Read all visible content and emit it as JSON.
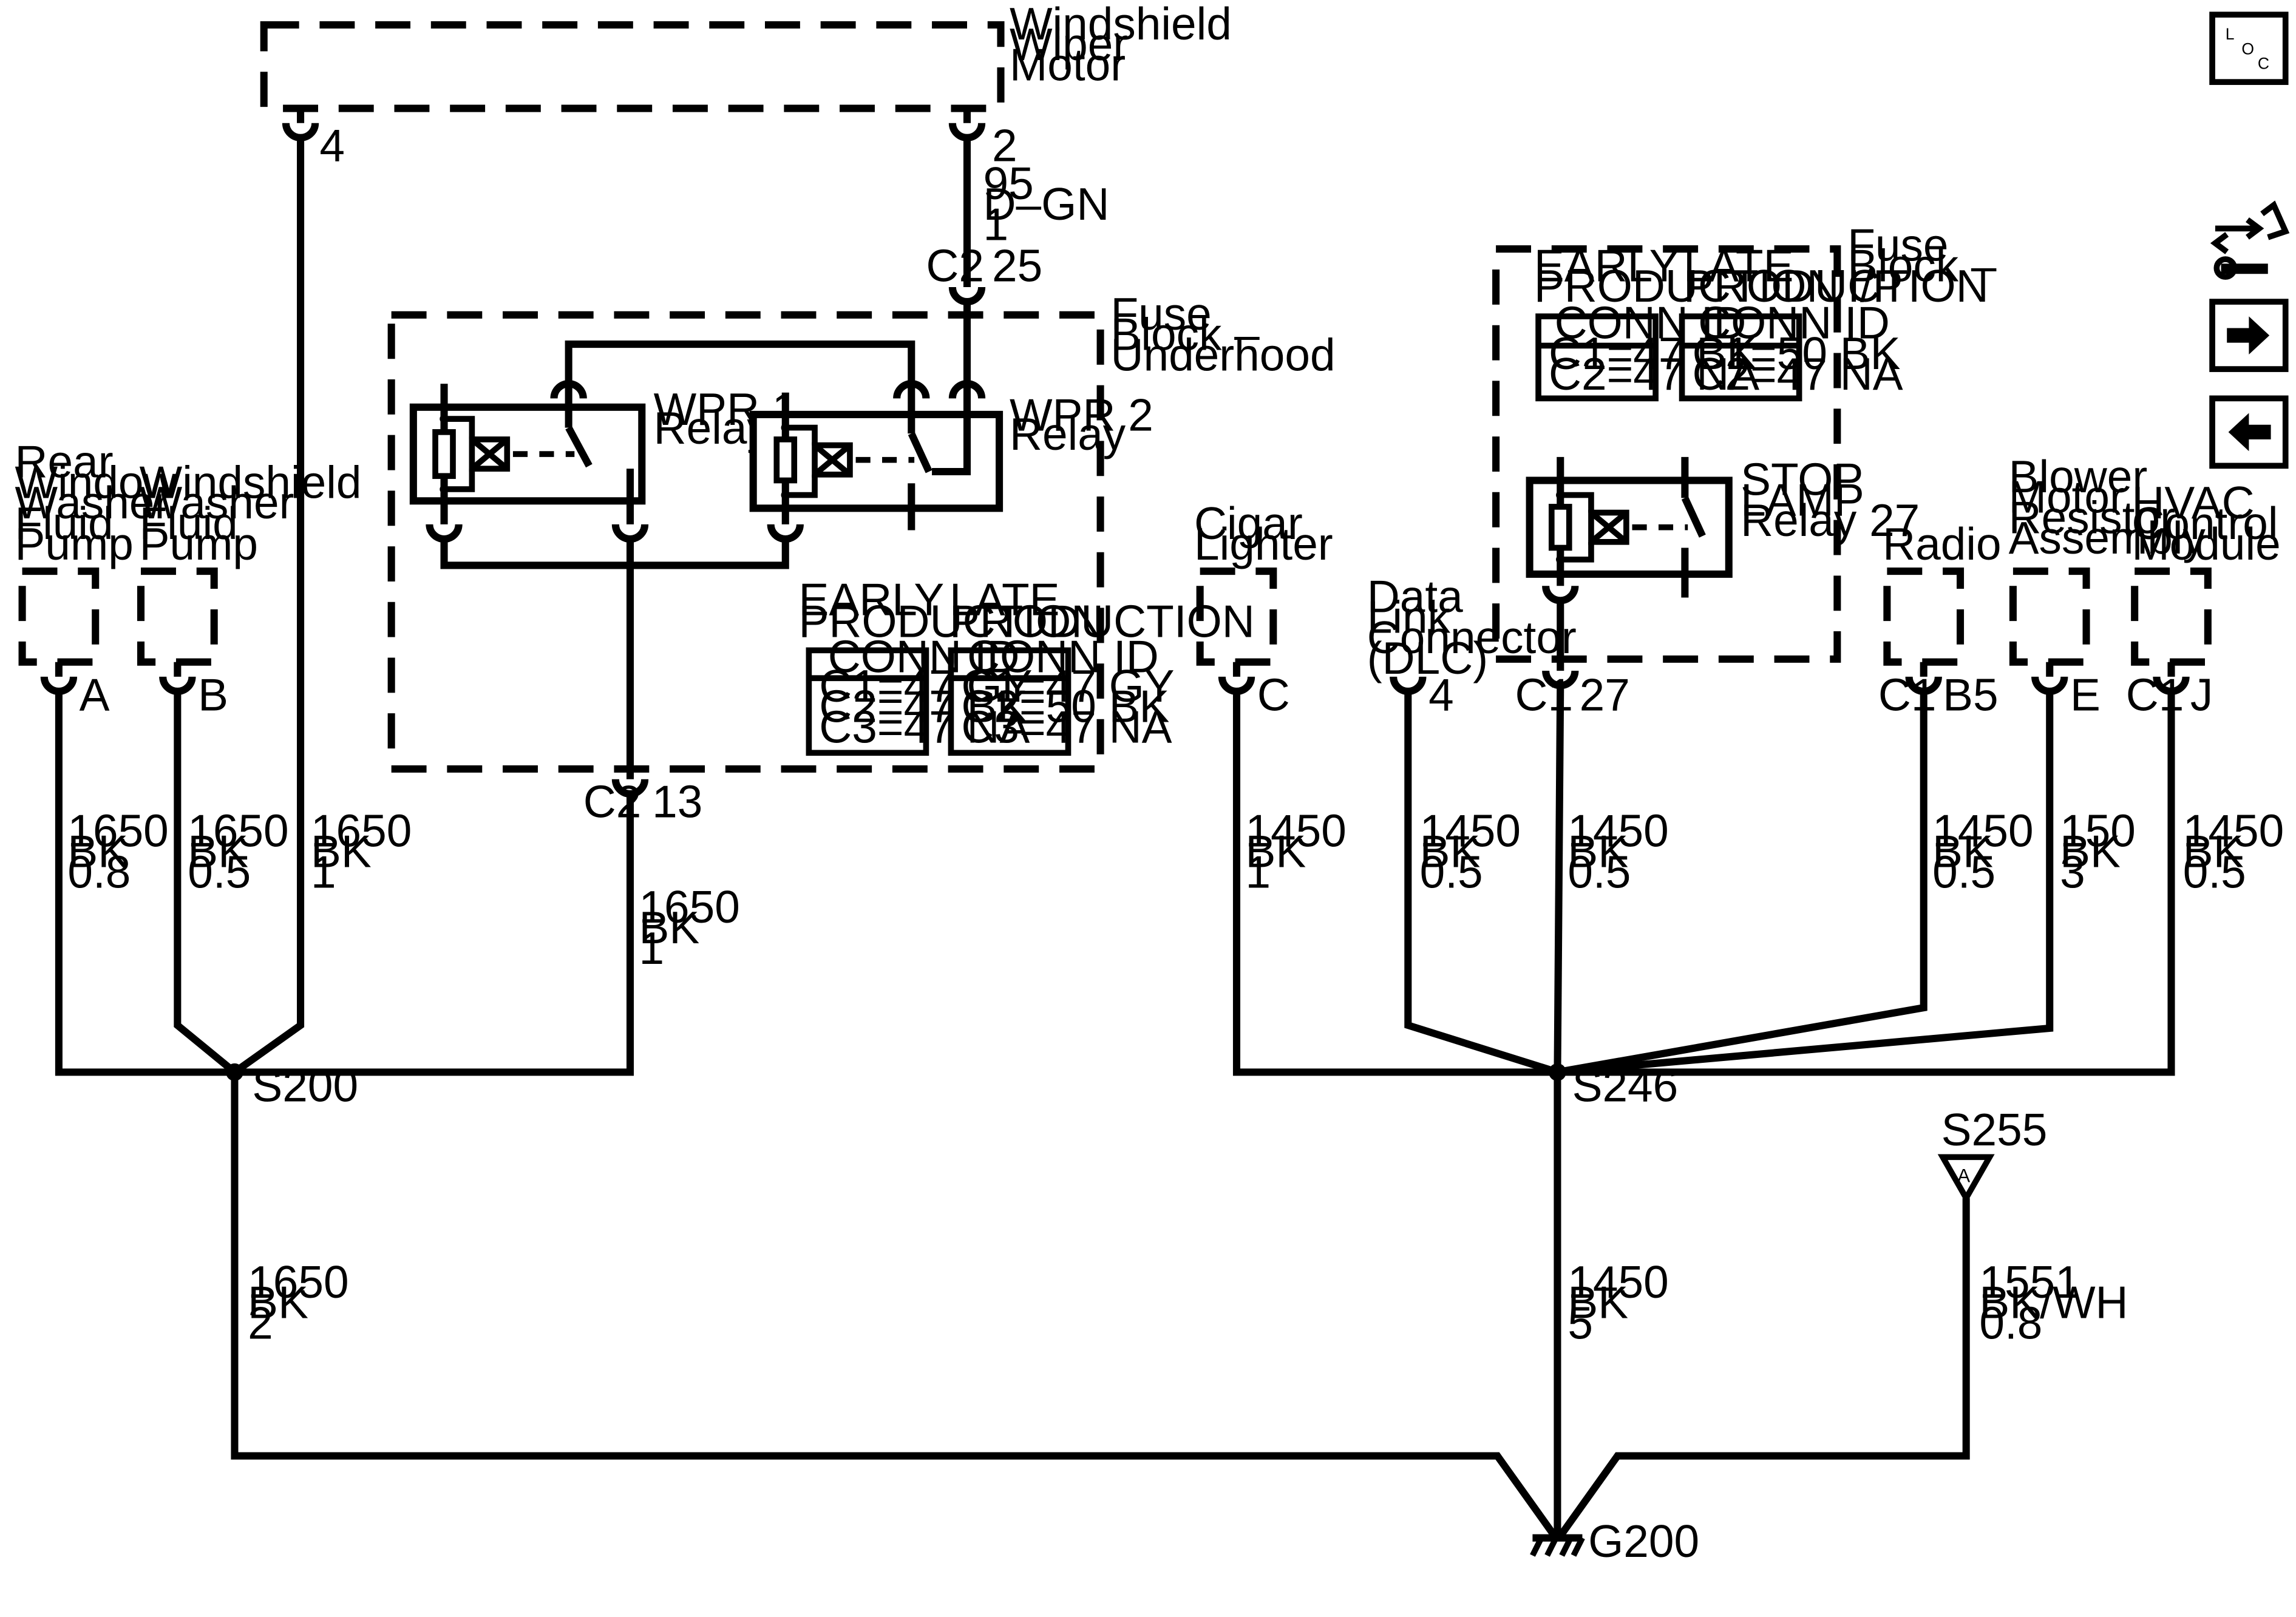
{
  "components": {
    "wiper_motor": [
      "Windshield",
      "Wiper",
      "Motor"
    ],
    "fuse_underhood": [
      "Fuse",
      "Block –",
      "Underhood"
    ],
    "wpr1": [
      "WPR 1",
      "Relay"
    ],
    "wpr2": [
      "WPR 2",
      "Relay"
    ],
    "fuse_ip": [
      "Fuse",
      "Block –",
      "I/P"
    ],
    "stop_lamp": [
      "STOP",
      "LAMP",
      "Relay 27"
    ],
    "rear_washer": [
      "Rear",
      "Window",
      "Washer",
      "Fluid",
      "Pump"
    ],
    "wind_washer": [
      "Windshield",
      "Washer",
      "Fluid",
      "Pump"
    ],
    "cigar": [
      "Cigar",
      "Lighter"
    ],
    "dlc": [
      "Data",
      "Link",
      "Connector",
      "(DLC)"
    ],
    "radio": [
      "Radio"
    ],
    "blower": [
      "Blower",
      "Motor",
      "Resistor",
      "Assembly"
    ],
    "hvac": [
      "HVAC",
      "Control",
      "Module"
    ]
  },
  "conn_tables": {
    "underhood": {
      "early_title": [
        "EARLY",
        "PRODUCTION"
      ],
      "late_title": [
        "LATE",
        "PRODUCTION"
      ],
      "header": "CONN ID",
      "early": [
        "C1=47 GY",
        "C2=47 BK",
        "C3=47 NA"
      ],
      "late": [
        "C1=47 GY",
        "C2=50 BK",
        "C3=47 NA"
      ]
    },
    "ip": {
      "early_title": [
        "EARLY",
        "PRODUCTION"
      ],
      "late_title": [
        "LATE",
        "PRODUCTION"
      ],
      "header": "CONN ID",
      "early": [
        "C1=47 BK",
        "C2=47 NA"
      ],
      "late": [
        "C1=50 BK",
        "C2=47 NA"
      ]
    }
  },
  "pins": {
    "motor_4": "4",
    "motor_2": "2",
    "c2": "C2",
    "c2_25": "25",
    "c2_13": "13",
    "rear_a": "A",
    "wind_b": "B",
    "cigar_c": "C",
    "dlc_4": "4",
    "c1": "C1",
    "stop_27": "27",
    "radio_b5": "B5",
    "blower_e": "E",
    "hvac_j": "J"
  },
  "wires": {
    "w95": [
      "95",
      "D–GN",
      "1"
    ],
    "rear": [
      "1650",
      "BK",
      "0.8"
    ],
    "wind": [
      "1650",
      "BK",
      "0.5"
    ],
    "motor": [
      "1650",
      "BK",
      "1"
    ],
    "fuse": [
      "1650",
      "BK",
      "1"
    ],
    "s200": [
      "1650",
      "BK",
      "2"
    ],
    "cigar": [
      "1450",
      "BK",
      "1"
    ],
    "dlc": [
      "1450",
      "BK",
      "0.5"
    ],
    "stop": [
      "1450",
      "BK",
      "0.5"
    ],
    "radio": [
      "1450",
      "BK",
      "0.5"
    ],
    "blower": [
      "150",
      "BK",
      "3"
    ],
    "hvac": [
      "1450",
      "BK",
      "0.5"
    ],
    "s246": [
      "1450",
      "BK",
      "5"
    ],
    "s255": [
      "1551",
      "BK/WH",
      "0.8"
    ]
  },
  "splices": {
    "s200": "S200",
    "s246": "S246",
    "s255": "S255",
    "s255_pin": "A"
  },
  "ground": "G200",
  "loc_icon": [
    "L",
    "O",
    "C"
  ]
}
